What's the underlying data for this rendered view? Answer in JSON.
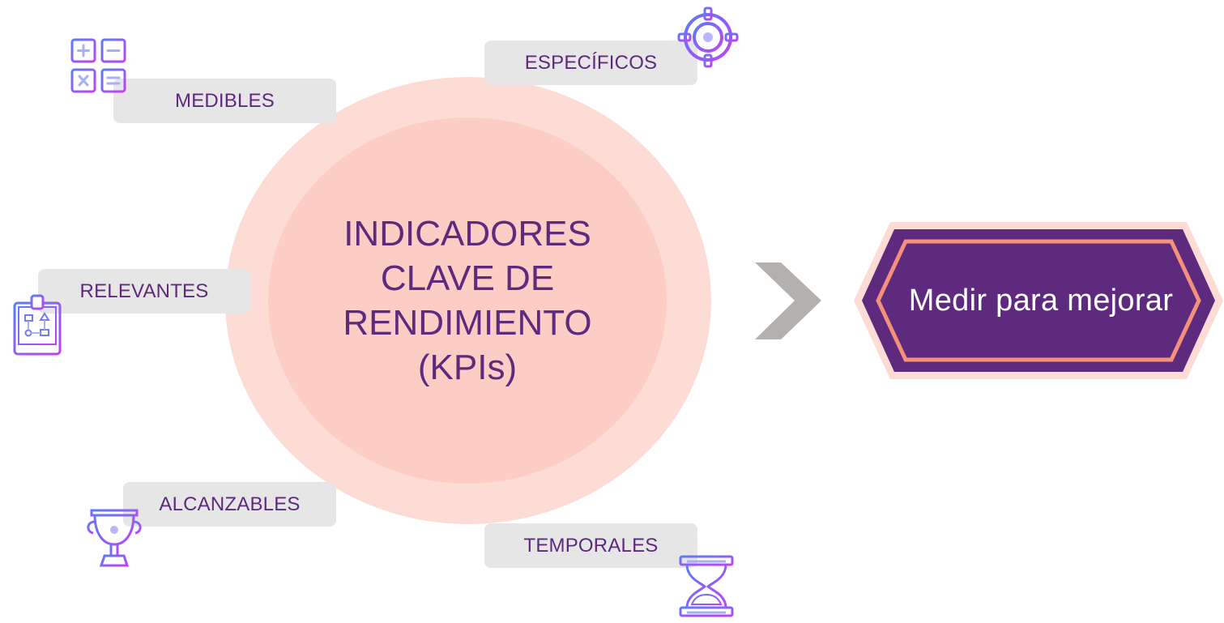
{
  "center": {
    "title": "INDICADORES\nCLAVE DE\nRENDIMIENTO\n(KPIs)"
  },
  "criteria": [
    {
      "label": "ESPECÍFICOS",
      "icon": "target-icon"
    },
    {
      "label": "MEDIBLES",
      "icon": "calculator-icon"
    },
    {
      "label": "RELEVANTES",
      "icon": "clipboard-flowchart-icon"
    },
    {
      "label": "ALCANZABLES",
      "icon": "trophy-icon"
    },
    {
      "label": "TEMPORALES",
      "icon": "hourglass-icon"
    }
  ],
  "goal": {
    "label": "Medir para mejorar"
  },
  "colors": {
    "text_purple": "#5d2a7e",
    "circle_outer": "#fddcd5",
    "circle_inner": "#fccdc4",
    "tag_bg": "#e6e6e6",
    "hexagon_fill": "#5d2a7e",
    "hexagon_border": "#f5917a",
    "arrow_gray": "#b3b0ae",
    "icon_gradient_start": "#5b7cfa",
    "icon_gradient_end": "#c042f5"
  }
}
